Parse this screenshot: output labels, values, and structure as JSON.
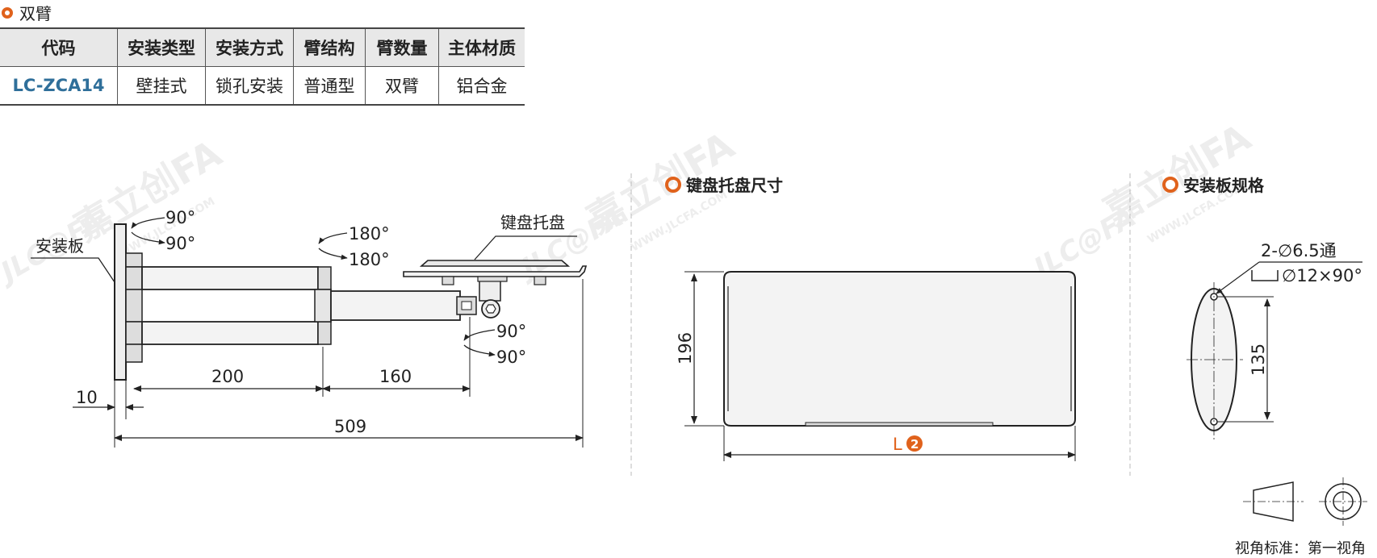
{
  "header": {
    "title": "双臂"
  },
  "spec_table": {
    "headers": [
      "代码",
      "安装类型",
      "安装方式",
      "臂结构",
      "臂数量",
      "主体材质"
    ],
    "row": [
      "LC-ZCA14",
      "壁挂式",
      "锁孔安装",
      "普通型",
      "双臂",
      "铝合金"
    ]
  },
  "side_view": {
    "mount_label": "安装板",
    "tray_label": "键盘托盘",
    "rot_top_1": "90°",
    "rot_top_2": "90°",
    "rot_mid_1": "180°",
    "rot_mid_2": "180°",
    "rot_bot_1": "90°",
    "rot_bot_2": "90°",
    "dim_arm1": "200",
    "dim_arm2": "160",
    "dim_plate": "10",
    "dim_total": "509"
  },
  "tray_view": {
    "title": "键盘托盘尺寸",
    "dim_height": "196",
    "dim_length": "L",
    "dim_length_badge": "2"
  },
  "plate_view": {
    "title": "安装板规格",
    "hole_spec": "2-∅6.5通",
    "countersink_spec": "∅12×90°",
    "dim_height": "135"
  },
  "projection": {
    "note": "视角标准：第一视角"
  },
  "watermark": {
    "brand": "嘉立创FA",
    "logo": "JLC@FA",
    "url": "WWW.JLCFA.COM"
  },
  "colors": {
    "accent": "#e0621c",
    "code_blue": "#2f6f9a",
    "line": "#222222"
  }
}
